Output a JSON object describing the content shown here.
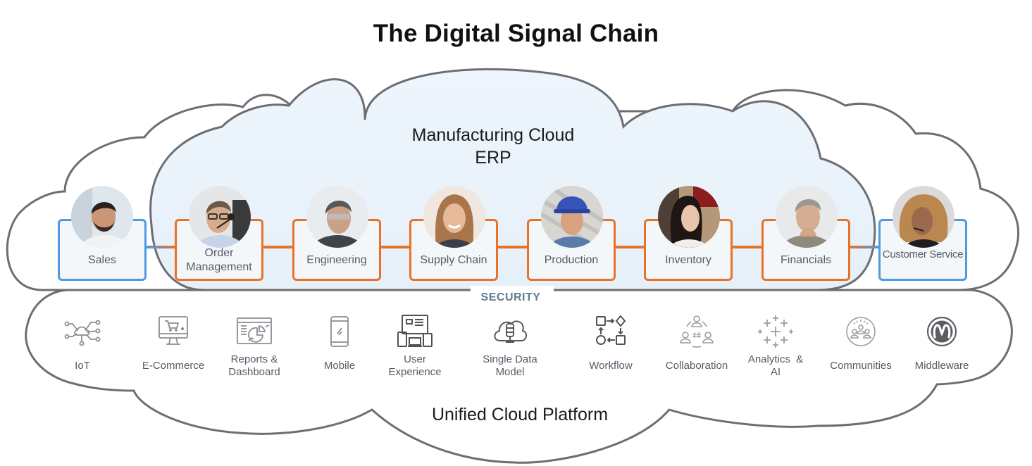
{
  "title": "The Digital Signal Chain",
  "erp_cloud": {
    "line1": "Manufacturing Cloud",
    "line2": "ERP"
  },
  "security_label": "SECURITY",
  "platform_cloud": {
    "title": "Unified Cloud Platform"
  },
  "colors": {
    "erp_node_border": "#e9722a",
    "edge_node_border": "#4d9be0",
    "security_text": "#5f7a8e",
    "cloud_outline": "#6b6e72",
    "erp_cloud_fill": "#eaf3fb",
    "icon_stroke": "#8a8d92"
  },
  "chain": [
    {
      "label": "Sales",
      "group": "edge",
      "avatar": "person-sales"
    },
    {
      "label": "Order Management",
      "label_lines": [
        "Order",
        "Management"
      ],
      "group": "erp",
      "avatar": "person-headset"
    },
    {
      "label": "Engineering",
      "group": "erp",
      "avatar": "person-glasses"
    },
    {
      "label": "Supply Chain",
      "group": "erp",
      "avatar": "person-woman-smiling"
    },
    {
      "label": "Production",
      "group": "erp",
      "avatar": "person-hardhat"
    },
    {
      "label": "Inventory",
      "group": "erp",
      "avatar": "person-woman-warehouse"
    },
    {
      "label": "Financials",
      "group": "erp",
      "avatar": "person-executive"
    },
    {
      "label": "Customer Service",
      "group": "edge",
      "avatar": "person-agent-headset"
    }
  ],
  "services": [
    {
      "label": "IoT",
      "label_lines": [
        "IoT"
      ],
      "icon": "iot-network-icon"
    },
    {
      "label": "E-Commerce",
      "label_lines": [
        "E-Commerce"
      ],
      "icon": "shopping-cart-monitor-icon"
    },
    {
      "label": "Reports & Dashboard",
      "label_lines": [
        "Reports &",
        "Dashboard"
      ],
      "icon": "dashboard-chart-icon"
    },
    {
      "label": "Mobile",
      "label_lines": [
        "Mobile"
      ],
      "icon": "mobile-phone-icon"
    },
    {
      "label": "User Experience",
      "label_lines": [
        "User",
        "Experience"
      ],
      "icon": "multi-device-icon"
    },
    {
      "label": "Single Data Model",
      "label_lines": [
        "Single Data",
        "Model"
      ],
      "icon": "cloud-database-icon"
    },
    {
      "label": "Workflow",
      "label_lines": [
        "Workflow"
      ],
      "icon": "workflow-icon"
    },
    {
      "label": "Collaboration",
      "label_lines": [
        "Collaboration"
      ],
      "icon": "collaboration-icon"
    },
    {
      "label": "Analytics & AI",
      "label_lines": [
        "Analytics  &",
        "AI"
      ],
      "icon": "analytics-plus-icon"
    },
    {
      "label": "Communities",
      "label_lines": [
        "Communities"
      ],
      "icon": "community-icon"
    },
    {
      "label": "Middleware",
      "label_lines": [
        "Middleware"
      ],
      "icon": "middleware-m-icon"
    }
  ]
}
